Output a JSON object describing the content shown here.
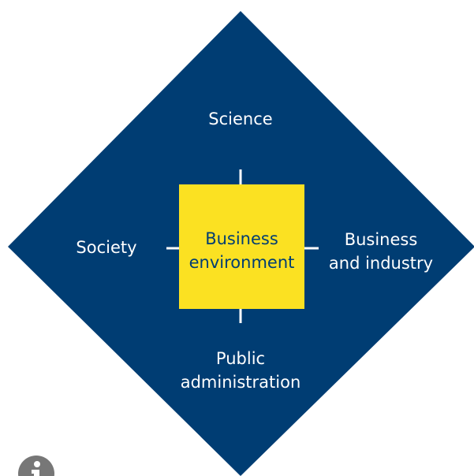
{
  "diagram": {
    "center": {
      "line1": "Business",
      "line2": "environment"
    },
    "top": {
      "line1": "Science"
    },
    "left": {
      "line1": "Society"
    },
    "right": {
      "line1": "Business",
      "line2": "and industry"
    },
    "bottom": {
      "line1": "Public",
      "line2": "administration"
    }
  },
  "colors": {
    "diamond": "#003d73",
    "center_box": "#fbe122",
    "center_text": "#003d73",
    "label_text": "#ffffff",
    "connector": "#ffffff",
    "info_icon": "#777777"
  },
  "icons": {
    "info": "info-icon"
  }
}
